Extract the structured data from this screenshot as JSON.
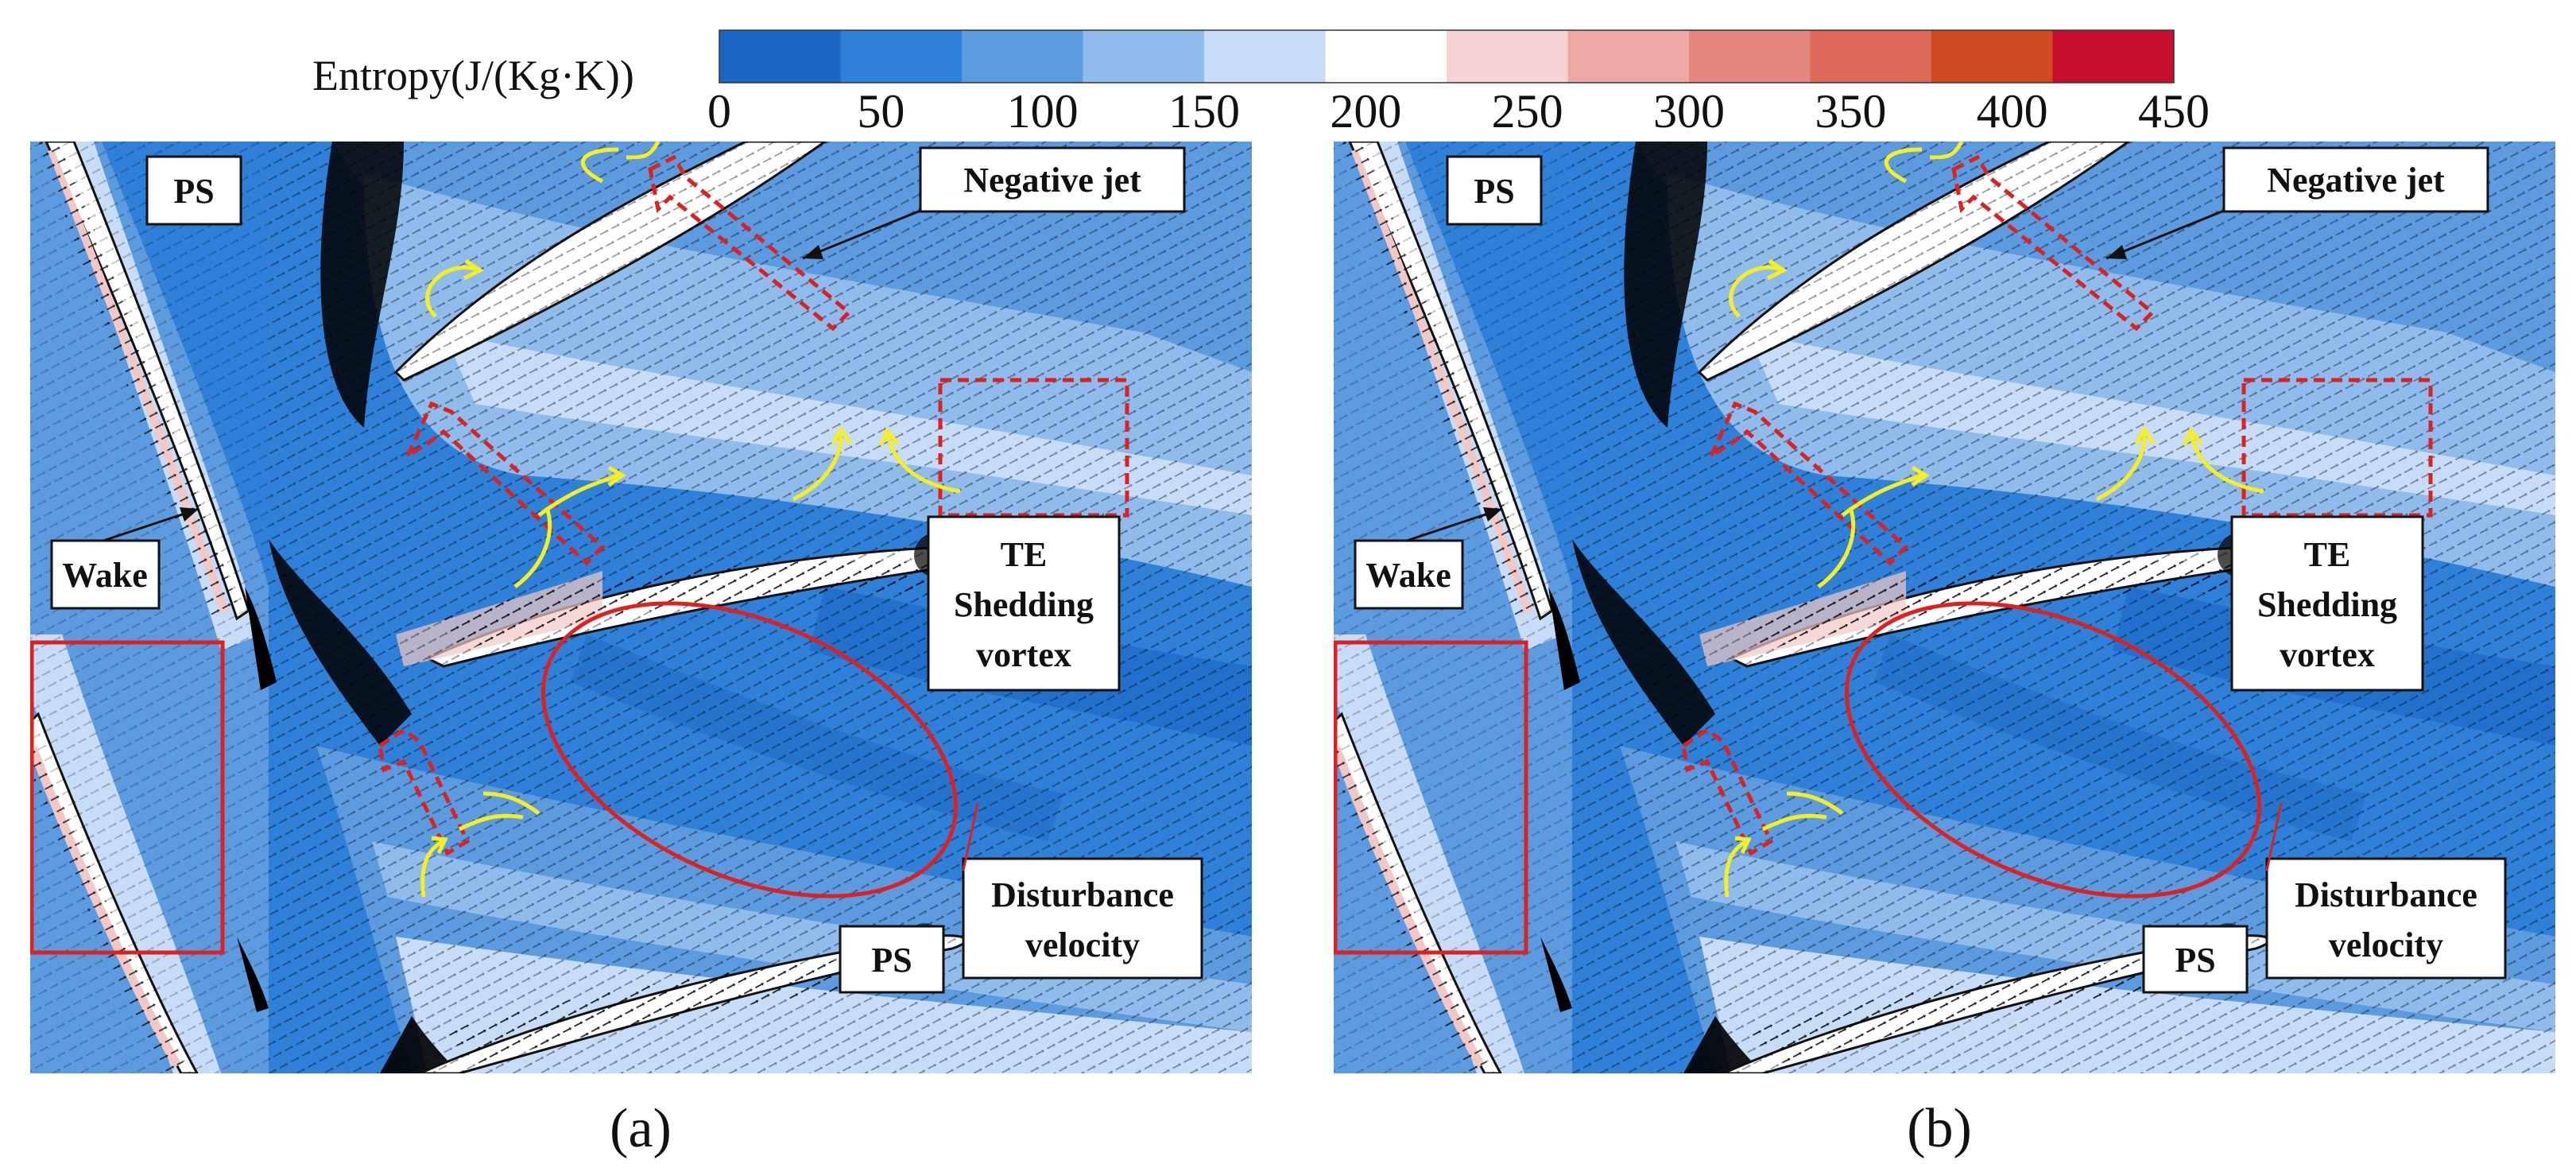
{
  "colorbar": {
    "title": "Entropy(J/(Kg·K))",
    "ticks": [
      "0",
      "50",
      "100",
      "150",
      "200",
      "250",
      "300",
      "350",
      "400",
      "450"
    ],
    "colors": [
      "#1a67c8",
      "#2f80d8",
      "#5d9be0",
      "#8fbcec",
      "#c7dcf7",
      "#ffffff",
      "#f6d2d2",
      "#eea9a7",
      "#e48780",
      "#dd6a58",
      "#d24a22",
      "#c8102e"
    ]
  },
  "colors": {
    "field_base": "#2f80d8",
    "field_mid": "#5d9be0",
    "field_light": "#8fbcec",
    "field_pale": "#c7dcf7",
    "field_dark": "#1d6ac6",
    "pink": "#f2c8c6",
    "annotation_red": "#e0201f",
    "arrow_yellow": "#f5ee21",
    "vector_black": "#000000"
  },
  "panels": [
    {
      "label": "(a)",
      "annotations": {
        "ps_top": "PS",
        "negative_jet": "Negative jet",
        "wake": "Wake",
        "te_line1": "TE",
        "te_line2": "Shedding",
        "te_line3": "vortex",
        "dist_line1": "Disturbance",
        "dist_line2": "velocity",
        "ps_bottom": "PS"
      }
    },
    {
      "label": "(b)",
      "annotations": {
        "ps_top": "PS",
        "negative_jet": "Negative jet",
        "wake": "Wake",
        "te_line1": "TE",
        "te_line2": "Shedding",
        "te_line3": "vortex",
        "dist_line1": "Disturbance",
        "dist_line2": "velocity",
        "ps_bottom": "PS"
      }
    }
  ]
}
